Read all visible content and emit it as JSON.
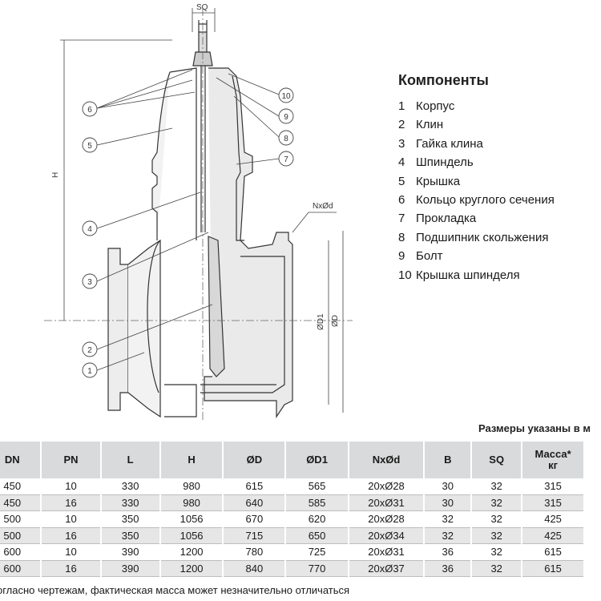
{
  "drawing": {
    "top_label": "SQ",
    "height_label": "H",
    "flange_label": "NxØd",
    "d1_label": "ØD1",
    "d_label": "ØD",
    "callouts": [
      "1",
      "2",
      "3",
      "4",
      "5",
      "6",
      "7",
      "8",
      "9",
      "10"
    ]
  },
  "components": {
    "title": "Компоненты",
    "items": [
      {
        "num": "1",
        "name": "Корпус"
      },
      {
        "num": "2",
        "name": "Клин"
      },
      {
        "num": "3",
        "name": "Гайка клина"
      },
      {
        "num": "4",
        "name": "Шпиндель"
      },
      {
        "num": "5",
        "name": "Крышка"
      },
      {
        "num": "6",
        "name": "Кольцо круглого сечения"
      },
      {
        "num": "7",
        "name": "Прокладка"
      },
      {
        "num": "8",
        "name": "Подшипник скольжения"
      },
      {
        "num": "9",
        "name": "Болт"
      },
      {
        "num": "10",
        "name": "Крышка шпинделя"
      }
    ]
  },
  "table": {
    "note": "Размеры указаны в м",
    "headers": [
      "DN",
      "PN",
      "L",
      "H",
      "ØD",
      "ØD1",
      "NxØd",
      "B",
      "SQ",
      "Масса*\nкг"
    ],
    "rows": [
      [
        "450",
        "10",
        "330",
        "980",
        "615",
        "565",
        "20xØ28",
        "30",
        "32",
        "315"
      ],
      [
        "450",
        "16",
        "330",
        "980",
        "640",
        "585",
        "20xØ31",
        "30",
        "32",
        "315"
      ],
      [
        "500",
        "10",
        "350",
        "1056",
        "670",
        "620",
        "20xØ28",
        "32",
        "32",
        "425"
      ],
      [
        "500",
        "16",
        "350",
        "1056",
        "715",
        "650",
        "20xØ34",
        "32",
        "32",
        "425"
      ],
      [
        "600",
        "10",
        "390",
        "1200",
        "780",
        "725",
        "20xØ31",
        "36",
        "32",
        "615"
      ],
      [
        "600",
        "16",
        "390",
        "1200",
        "840",
        "770",
        "20xØ37",
        "36",
        "32",
        "615"
      ]
    ]
  },
  "footnote": "огласно чертежам, фактическая масса может незначительно отличаться"
}
